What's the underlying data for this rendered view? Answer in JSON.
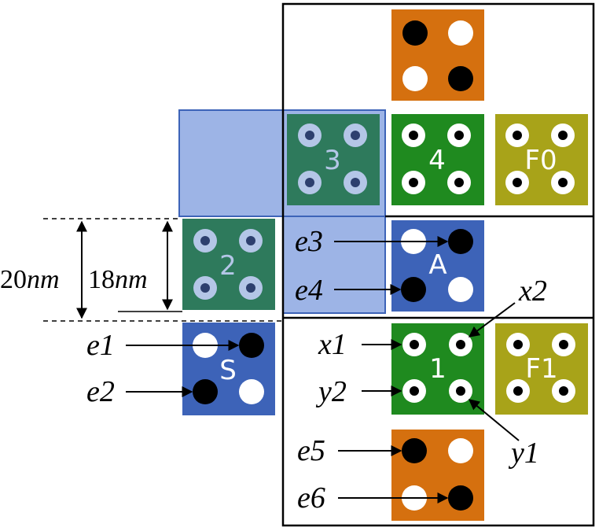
{
  "colors": {
    "orange": "#d5700f",
    "dark_green": "#2e7a5c",
    "green": "#1f8a1f",
    "olive": "#a8a319",
    "blue": "#3d63b8",
    "light_blue": "#9db4e6",
    "dot_black": "#000000",
    "dot_white": "#ffffff",
    "dot_pale": "#b4c6e7",
    "dot_dark": "#2d3f6e"
  },
  "cells": {
    "orange_top": {
      "label": ""
    },
    "c3": {
      "label": "3"
    },
    "c4": {
      "label": "4"
    },
    "f0": {
      "label": "F0"
    },
    "c2": {
      "label": "2"
    },
    "a": {
      "label": "A"
    },
    "s": {
      "label": "S"
    },
    "c1": {
      "label": "1"
    },
    "f1": {
      "label": "F1"
    },
    "orange_bottom": {
      "label": ""
    }
  },
  "labels": {
    "e1": "e1",
    "e2": "e2",
    "e3": "e3",
    "e4": "e4",
    "e5": "e5",
    "e6": "e6",
    "x1": "x1",
    "x2": "x2",
    "y1": "y1",
    "y2": "y2"
  },
  "dimensions": {
    "d20_value": "20",
    "d20_unit": "nm",
    "d18_value": "18",
    "d18_unit": "nm"
  }
}
